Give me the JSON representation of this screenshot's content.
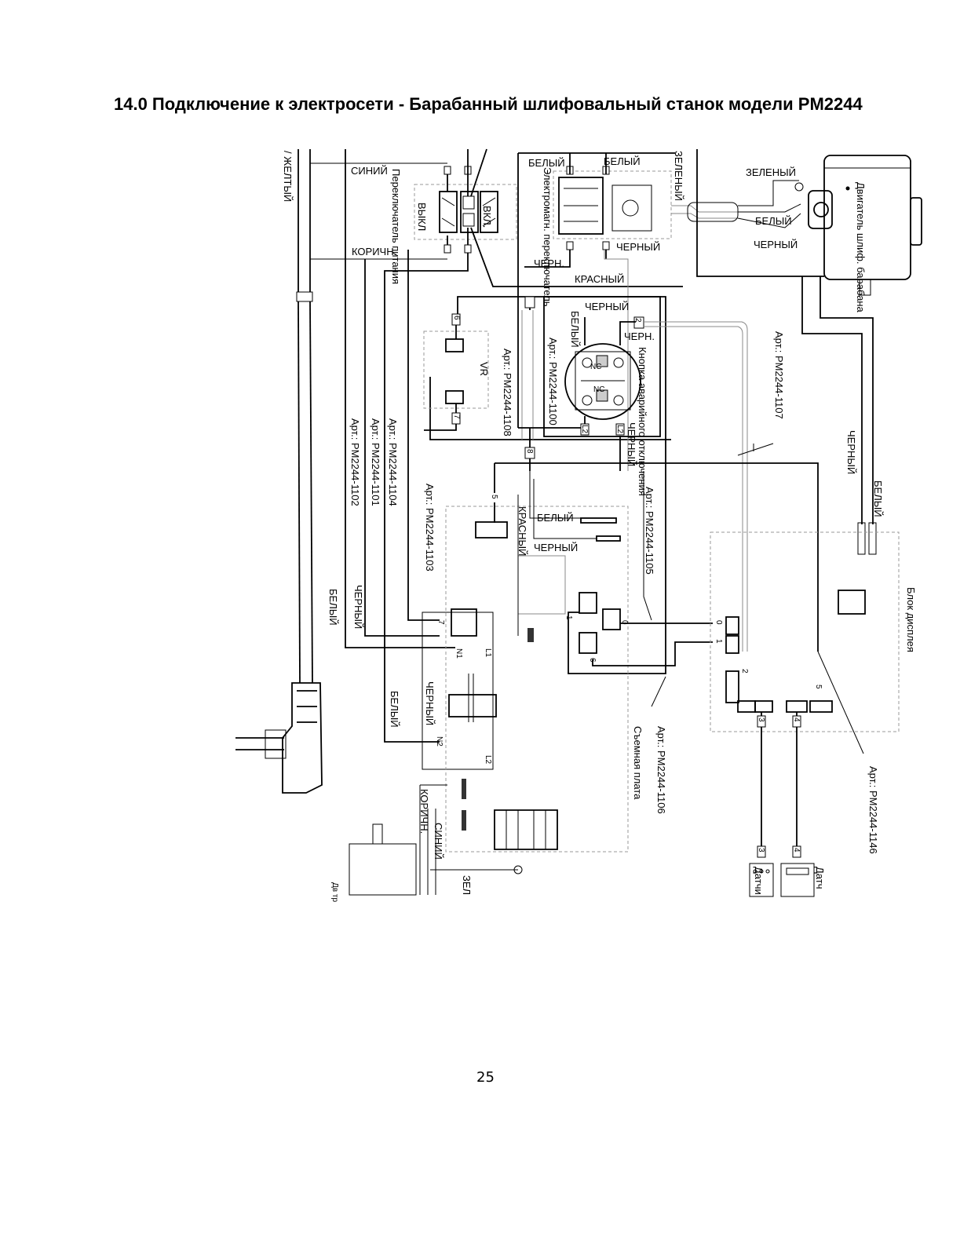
{
  "document": {
    "title": "14.0 Подключение к электросети - Барабанный шлифовальный станок модели PM2244",
    "page_number": "25"
  },
  "labels": {
    "zhelty": "/ ЖЕЛТЫЙ",
    "siniy_top": "СИНИЙ",
    "korichn_top": "КОРИЧН.",
    "power_switch": "Переключатель питания",
    "vykl": "ВЫКЛ",
    "vkl": "ВКЛ.",
    "bely_1": "БЕЛЫЙ",
    "bely_2": "БЕЛЫЙ",
    "electromag": "Электромагн. переключатель",
    "zeleny_vert": "ЗЕЛЕНЫЙ",
    "zeleny_right": "ЗЕЛЕНЫЙ",
    "bely_motor": "БЕЛЫЙ",
    "cherny_motor": "ЧЕРНЫЙ",
    "motor": "Двигатель шлиф. барабана",
    "cherny_switch": "ЧЕРНЫЙ",
    "chern_1": "ЧЕРН.",
    "krasny_top": "КРАСНЫЙ",
    "cherny_estop_top": "ЧЕРНЫЙ",
    "bely_estop": "БЕЛЫЙ",
    "chern_estop": "ЧЕРН.",
    "estop": "Кнопка аварийного отключения",
    "cherny_estop_bottom": "ЧЕРНЫЙ",
    "art_1100": "Арт.: PM2244-1100",
    "art_1108": "Арт.: PM2244-1108",
    "art_1107": "Арт.: PM2244-1107",
    "vr": "VR",
    "art_1102": "Арт.: PM2244-1102",
    "art_1101": "Арт.: PM2244-1101",
    "art_1104": "Арт.: PM2244-1104",
    "art_1103": "Арт.: PM2244-1103",
    "art_1105": "Арт.: PM2244-1105",
    "krasny_pcb": "КРАСНЫЙ",
    "bely_pcb": "БЕЛЫЙ",
    "cherny_pcb": "ЧЕРНЫЙ",
    "cherny_right": "ЧЕРНЫЙ",
    "bely_right": "БЕЛЫЙ",
    "display_block": "Блок дисплея",
    "cherny_left": "ЧЕРНЫЙ",
    "bely_left": "БЕЛЫЙ",
    "bely_lower": "БЕЛЫЙ",
    "cherny_lower": "ЧЕРНЫЙ",
    "art_1106": "Арт.: PM2244-1106",
    "removable_board": "Съемная плата",
    "art_1146": "Арт.: PM2244-1146",
    "korichn_bottom": "КОРИЧН.",
    "siniy_bottom": "СИНИЙ",
    "zel_bottom": "ЗЕЛ",
    "dv_bottom": "Дв тр",
    "sensor_1": "Датчи",
    "sensor_2": "Датч",
    "nc_1": "NC",
    "nc_2": "NC"
  },
  "connectors": [
    "6",
    "7",
    "8",
    "5",
    "7",
    "1",
    "6",
    "0",
    "0",
    "1",
    "2",
    "3",
    "4",
    "5",
    "3",
    "4",
    "N1",
    "L1",
    "N2",
    "L2",
    "L2",
    "L2",
    "2"
  ]
}
